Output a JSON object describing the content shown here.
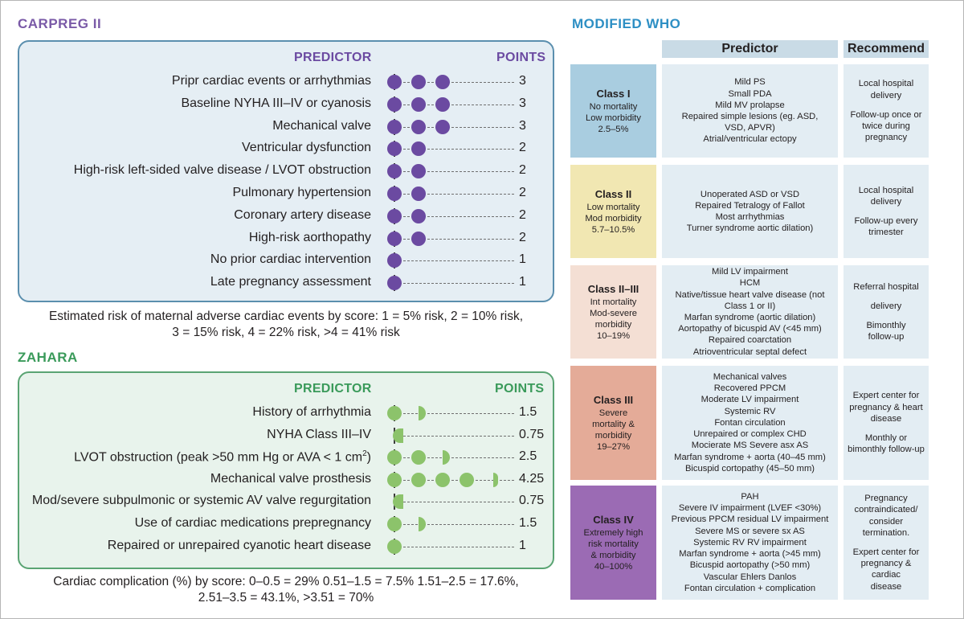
{
  "carpreg": {
    "title": "CARPREG II",
    "predictor_header": "PREDICTOR",
    "points_header": "POINTS",
    "rows": [
      {
        "label": "Pripr cardiac events or arrhythmias",
        "points": "3",
        "value": 3
      },
      {
        "label": "Baseline NYHA III–IV or cyanosis",
        "points": "3",
        "value": 3
      },
      {
        "label": "Mechanical valve",
        "points": "3",
        "value": 3
      },
      {
        "label": "Ventricular dysfunction",
        "points": "2",
        "value": 2
      },
      {
        "label": "High-risk left-sided valve disease / LVOT obstruction",
        "points": "2",
        "value": 2
      },
      {
        "label": "Pulmonary hypertension",
        "points": "2",
        "value": 2
      },
      {
        "label": "Coronary artery disease",
        "points": "2",
        "value": 2
      },
      {
        "label": "High-risk aorthopathy",
        "points": "2",
        "value": 2
      },
      {
        "label": "No prior cardiac intervention",
        "points": "1",
        "value": 1
      },
      {
        "label": "Late pregnancy assessment",
        "points": "1",
        "value": 1
      }
    ],
    "note_line1": "Estimated risk of maternal adverse cardiac events by score: 1 = 5% risk, 2 = 10% risk,",
    "note_line2": "3 = 15% risk, 4 = 22% risk, >4 = 41% risk"
  },
  "zahara": {
    "title": "ZAHARA",
    "predictor_header": "PREDICTOR",
    "points_header": "POINTS",
    "rows": [
      {
        "label": "History of arrhythmia",
        "points": "1.5",
        "value": 1.5
      },
      {
        "label": "NYHA Class III–IV",
        "points": "0.75",
        "value": 0.75
      },
      {
        "label": "LVOT obstruction (peak >50 mm Hg or AVA < 1 cm",
        "label_sup": "2",
        "label_end": ")",
        "points": "2.5",
        "value": 2.5
      },
      {
        "label": "Mechanical valve prosthesis",
        "points": "4.25",
        "value": 4.25
      },
      {
        "label": "Mod/severe subpulmonic or systemic AV valve regurgitation",
        "points": "0.75",
        "value": 0.75
      },
      {
        "label": "Use of cardiac medications prepregnancy",
        "points": "1.5",
        "value": 1.5
      },
      {
        "label": "Repaired or unrepaired cyanotic heart disease",
        "points": "1",
        "value": 1
      }
    ],
    "note_line1": "Cardiac complication (%) by score: 0–0.5 = 29% 0.51–1.5 = 7.5% 1.51–2.5 = 17.6%,",
    "note_line2": "2.51–3.5 = 43.1%, >3.51 = 70%"
  },
  "who": {
    "title": "MODIFIED WHO",
    "predictor_header": "Predictor",
    "recommend_header": "Recommend",
    "classes": [
      {
        "name": "Class I",
        "details": [
          "No mortality",
          "Low morbidity",
          "2.5–5%"
        ],
        "color": "#a9cde0",
        "predictors": [
          "Mild PS",
          "Small PDA",
          "Mild MV prolapse",
          "Repaired simple lesions (eg. ASD,",
          "VSD, APVR)",
          "Atrial/ventricular ectopy"
        ],
        "recommend_a": [
          "Local hospital",
          "delivery"
        ],
        "recommend_b": [
          "Follow-up once or",
          "twice during",
          "pregnancy"
        ]
      },
      {
        "name": "Class II",
        "details": [
          "Low mortality",
          "Mod morbidity",
          "5.7–10.5%"
        ],
        "color": "#f1e7b2",
        "predictors": [
          "Unoperated ASD or VSD",
          "Repaired Tetralogy of Fallot",
          "Most arrhythmias",
          "Turner syndrome aortic dilation)"
        ],
        "recommend_a": [
          "Local hospital",
          "delivery"
        ],
        "recommend_b": [
          "Follow-up every",
          "trimester"
        ]
      },
      {
        "name": "Class II–III",
        "details": [
          "Int mortality",
          "Mod-severe",
          "morbidity",
          "10–19%"
        ],
        "color": "#f4dfd4",
        "predictors": [
          "Mild LV impairment",
          "HCM",
          "Native/tissue heart valve disease (not",
          "Class 1 or II)",
          "Marfan syndrome (aortic dilation)",
          "Aortopathy of bicuspid AV (<45 mm)",
          "Repaired coarctation",
          "Atrioventricular septal defect"
        ],
        "recommend_a": [
          "Referral hospital"
        ],
        "recommend_b": [
          "delivery"
        ],
        "recommend_c": [
          "Bimonthly",
          "follow-up"
        ]
      },
      {
        "name": "Class III",
        "details": [
          "Severe",
          "mortality &",
          "morbidity",
          "19–27%"
        ],
        "color": "#e4ab98",
        "predictors": [
          "Mechanical valves",
          "Recovered PPCM",
          "Moderate LV impairment",
          "Systemic RV",
          "Fontan circulation",
          "Unrepaired or complex CHD",
          "Mocierate MS Severe asx AS",
          "Marfan syndrome + aorta (40–45 mm)",
          "Bicuspid cortopathy (45–50 mm)"
        ],
        "recommend_a": [
          "Expert center for",
          "pregnancy & heart",
          "disease"
        ],
        "recommend_b": [
          "Monthly or",
          "bimonthly follow-up"
        ]
      },
      {
        "name": "Class IV",
        "details": [
          "Extremely high",
          "risk mortality",
          "& morbidity",
          "40–100%"
        ],
        "color": "#9b6bb4",
        "predictors": [
          "PAH",
          "Severe IV impairment (LVEF <30%)",
          "Previous PPCM residual LV impairment",
          "Severe MS or severe sx AS",
          "Systemic RV RV impairment",
          "Marfan syndrome + aorta (>45 mm)",
          "Bicuspid aortopathy (>50 mm)",
          "Vascular Ehlers Danlos",
          "Fontan circulation + complication"
        ],
        "recommend_a": [
          "Pregnancy",
          "contraindicated/",
          "consider termination."
        ],
        "recommend_b": [
          "Expert center for",
          "pregnancy & cardiac",
          "disease"
        ]
      }
    ]
  }
}
